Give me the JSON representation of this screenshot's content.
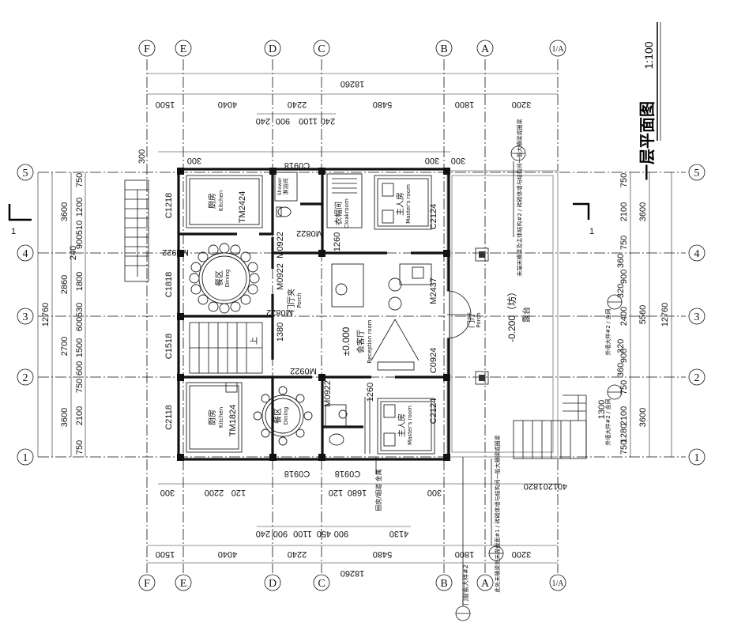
{
  "title": {
    "main": "一层平面图",
    "scale": "1:100"
  },
  "grid_axes": {
    "letters": [
      "F",
      "E",
      "D",
      "C",
      "B",
      "A",
      "1/A"
    ],
    "numbers": [
      "5",
      "4",
      "3",
      "2",
      "1"
    ]
  },
  "section_marker": "1",
  "dimensions": {
    "overall_width": "18260",
    "overall_depth": "12760",
    "top_spans": [
      "1500",
      "4040",
      "2240",
      "5480",
      "1800",
      "3200"
    ],
    "top_detail": [
      "240",
      "900",
      "1100",
      "240"
    ],
    "top_sub": [
      "300",
      "300",
      "300",
      "300"
    ],
    "bottom_spans": [
      "1500",
      "4040",
      "2240",
      "5480",
      "1800",
      "3200"
    ],
    "bottom_detail": [
      "240",
      "900",
      "1100",
      "450",
      "900",
      "4130"
    ],
    "bottom_sub": [
      "300",
      "2200",
      "120",
      "120",
      "1680",
      "300",
      "1820",
      "120",
      "40"
    ],
    "left_spans": [
      "3600",
      "2860",
      "2700",
      "3600"
    ],
    "left_detail": [
      "750",
      "1200",
      "510",
      "900",
      "240",
      "1800",
      "530",
      "600",
      "1500",
      "600",
      "750",
      "2100",
      "750"
    ],
    "right_spans": [
      "3600",
      "5560",
      "3600"
    ],
    "right_detail": [
      "750",
      "2100",
      "750",
      "900",
      "2400",
      "900",
      "750",
      "2100",
      "750"
    ],
    "right_misc": [
      "360",
      "320",
      "320",
      "360",
      "1280",
      "1300",
      "120",
      "240"
    ]
  },
  "rooms": {
    "kitchen_top": {
      "cn": "厨房",
      "en": "Kitchen"
    },
    "shower": {
      "cn": "淋浴间",
      "en": "Shower"
    },
    "cloakroom": {
      "cn": "衣帽间",
      "en": "Cloakroom"
    },
    "master_top": {
      "cn": "主人房",
      "en": "Master's room"
    },
    "dining_top": {
      "cn": "餐区",
      "en": "Dining"
    },
    "porch_top": {
      "cn": "门厅夹",
      "en": "Porch"
    },
    "reception": {
      "cn": "会客厅",
      "en": "Reception room"
    },
    "level": "±0.000",
    "dining_bottom": {
      "cn": "餐区",
      "en": "Dining"
    },
    "kitchen_bottom": {
      "cn": "厨房",
      "en": "Kitchen"
    },
    "master_bottom": {
      "cn": "主人房",
      "en": "Master's room"
    },
    "porch_right": {
      "cn": "门厅",
      "en": "Porch"
    },
    "terrace": {
      "cn": "露台",
      "level": "-0.200（坊）"
    }
  },
  "door_window_tags": [
    "C0918",
    "C1218",
    "TM2424",
    "M0922",
    "M0822",
    "C1818",
    "M0922",
    "M0922",
    "C1518",
    "M0822",
    "M0922",
    "C2118",
    "TM1824",
    "C0918",
    "C0918",
    "C2124",
    "1260",
    "M2437",
    "C0924",
    "1260",
    "C2124",
    "M0922",
    "1380"
  ],
  "notes": {
    "top_right": "未端末横梁及主体结构#2 / 砖砌体墙与结构间一般大横梁或圈梁",
    "bottom_center": "此处未横梁处未做截面#1 / 砖砌体墙与结构间一般大横梁或圈梁",
    "bottom_left": "厨房/烟道 金属",
    "bottom_mark": "门窗索大样#2",
    "right_ref1": "外墙大样#2 / 金网",
    "right_ref2": "外墙大样#2 / 金网"
  },
  "stairs_label": "上"
}
